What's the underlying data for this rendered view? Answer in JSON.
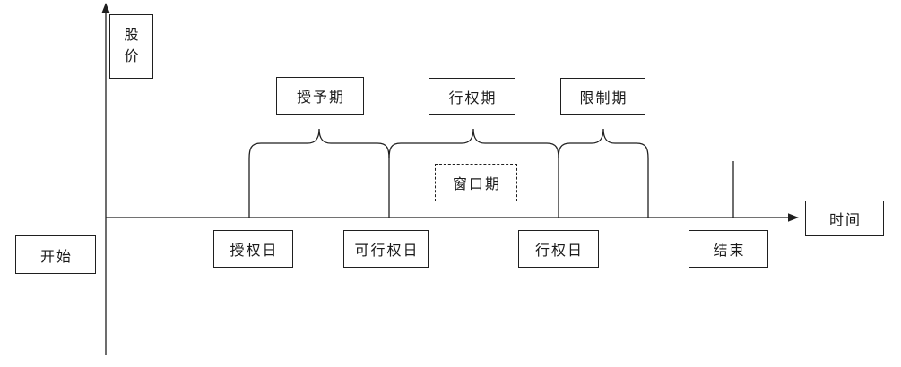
{
  "diagram": {
    "title_semantic": "stock-option-lifecycle-timeline",
    "background_color": "#ffffff",
    "line_color": "#1f1f1f",
    "text_color": "#1a1a1a",
    "axes": {
      "y_axis_label": "股价",
      "x_axis_label": "时间"
    },
    "start_label": "开始",
    "periods": [
      {
        "label": "授予期"
      },
      {
        "label": "行权期"
      },
      {
        "label": "限制期"
      }
    ],
    "window_period_label": "窗口期",
    "milestones": [
      {
        "label": "授权日"
      },
      {
        "label": "可行权日"
      },
      {
        "label": "行权日"
      },
      {
        "label": "结束"
      }
    ]
  }
}
